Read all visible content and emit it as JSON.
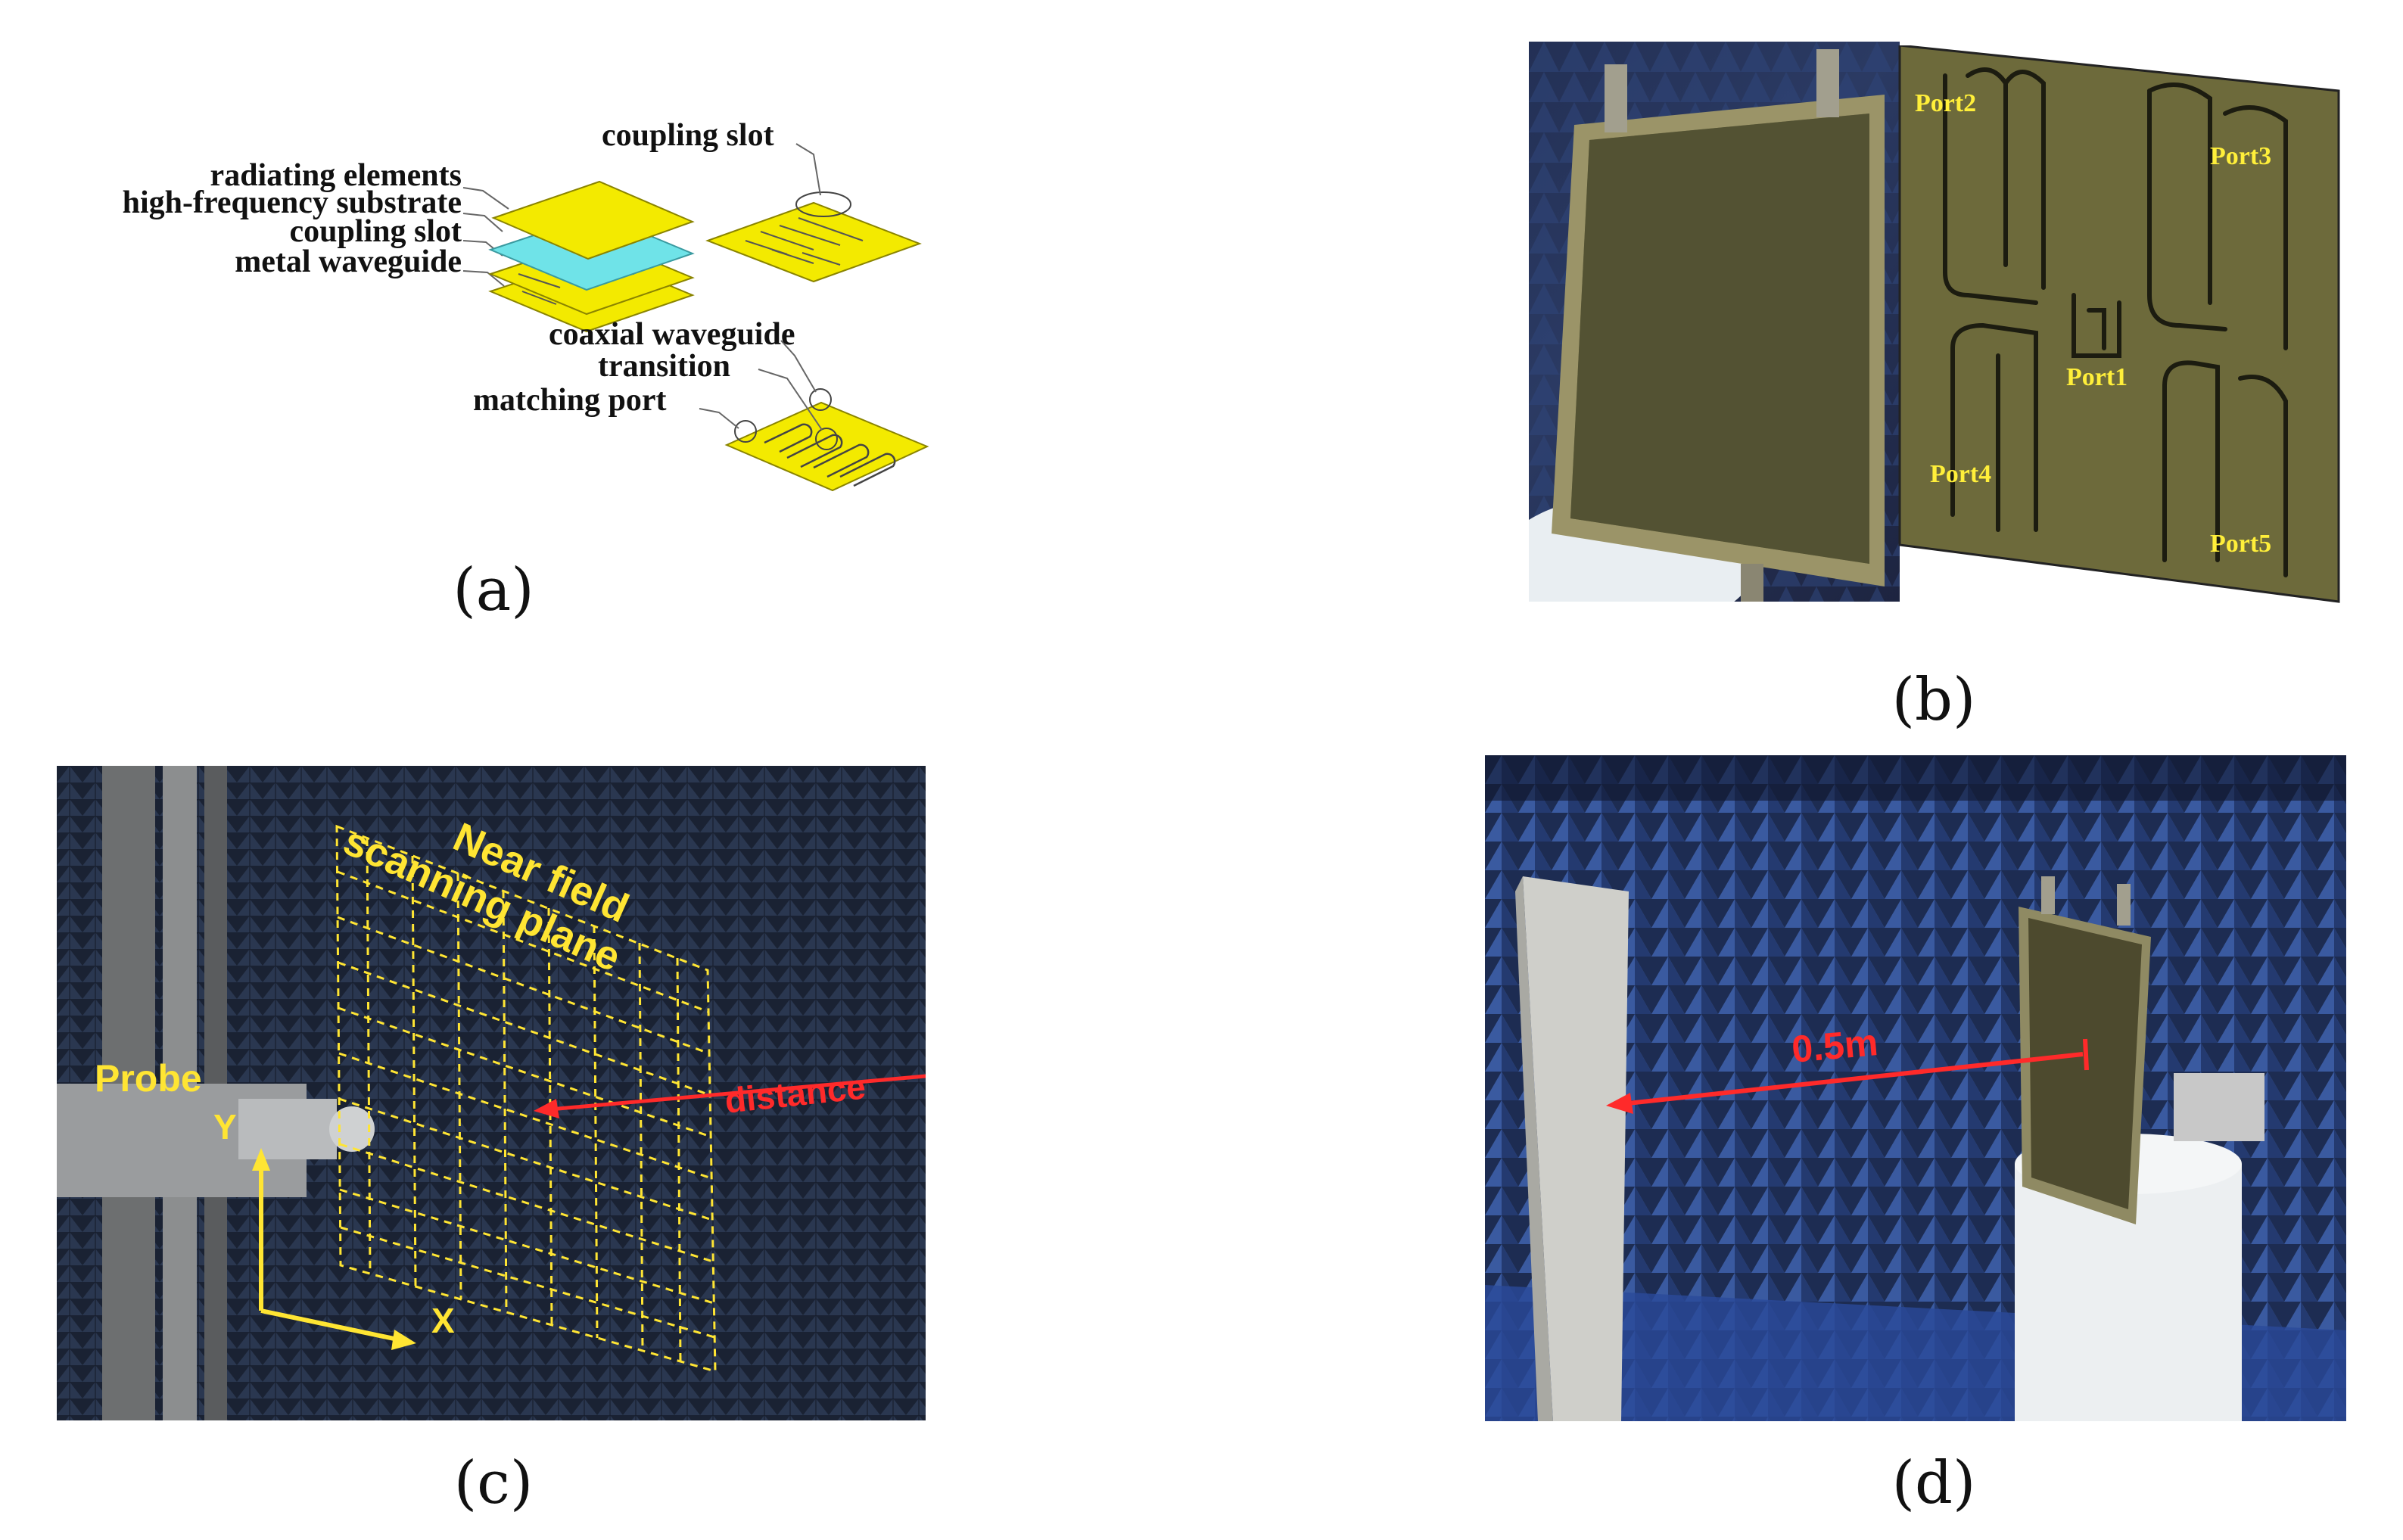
{
  "panel_a": {
    "caption": "(a)",
    "labels": {
      "radiating_elements": "radiating elements",
      "high_frequency_substrate": "high-frequency substrate",
      "coupling_slot_left": "coupling slot",
      "metal_waveguide": "metal waveguide",
      "coupling_slot_top": "coupling slot",
      "coaxial_waveguide": "coaxial waveguide",
      "transition": "transition",
      "matching_port": "matching port"
    },
    "colors": {
      "layer_yellow": "#f3ea00",
      "substrate_cyan": "#6fe3e8"
    }
  },
  "panel_b": {
    "caption": "(b)",
    "ports": [
      "Port2",
      "Port3",
      "Port1",
      "Port4",
      "Port5"
    ],
    "colors": {
      "board_olive": "#6d6a3b",
      "port_label": "#ffef3a"
    }
  },
  "panel_c": {
    "caption": "(c)",
    "plane_label_line1": "Near field",
    "plane_label_line2": "scanning plane",
    "probe_label": "Probe",
    "distance_label": "distance",
    "axis_y": "Y",
    "axis_x": "X"
  },
  "panel_d": {
    "caption": "(d)",
    "distance_value": "0.5m"
  }
}
